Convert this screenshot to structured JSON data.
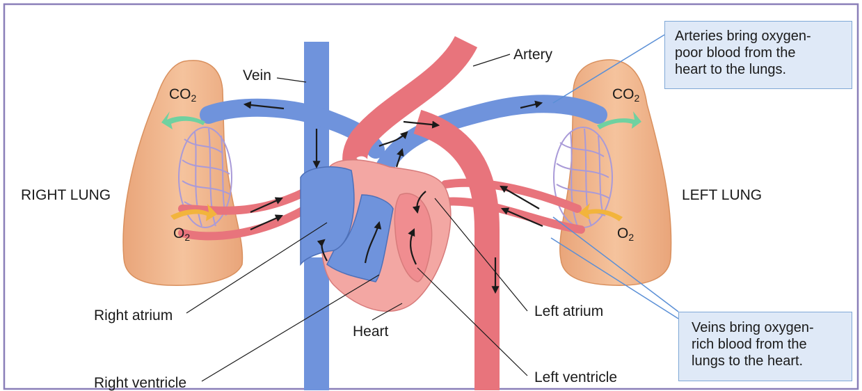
{
  "labels": {
    "vein": "Vein",
    "artery": "Artery",
    "right_lung": "RIGHT LUNG",
    "left_lung": "LEFT LUNG",
    "right_atrium": "Right atrium",
    "right_ventricle": "Right ventricle",
    "heart": "Heart",
    "left_atrium": "Left atrium",
    "left_ventricle": "Left ventricle"
  },
  "gases": {
    "co2_base": "CO",
    "co2_sub": "2",
    "o2_base": "O",
    "o2_sub": "2"
  },
  "callouts": {
    "arteries": [
      "Arteries bring oxygen-",
      "poor blood from the",
      "heart to the lungs."
    ],
    "veins": [
      "Veins bring oxygen-",
      "rich blood from the",
      "lungs to the heart."
    ]
  },
  "colors": {
    "frame": "#8a7fb8",
    "lung": "#f2b98c",
    "vein_blue": "#6f93dc",
    "artery_red": "#e8747c",
    "heart_pink": "#f3a7a3",
    "capillary": "#a99ad8",
    "co2_arrow": "#6fd1a0",
    "o2_arrow": "#f2b43c",
    "callout_bg": "#dfe9f7"
  }
}
